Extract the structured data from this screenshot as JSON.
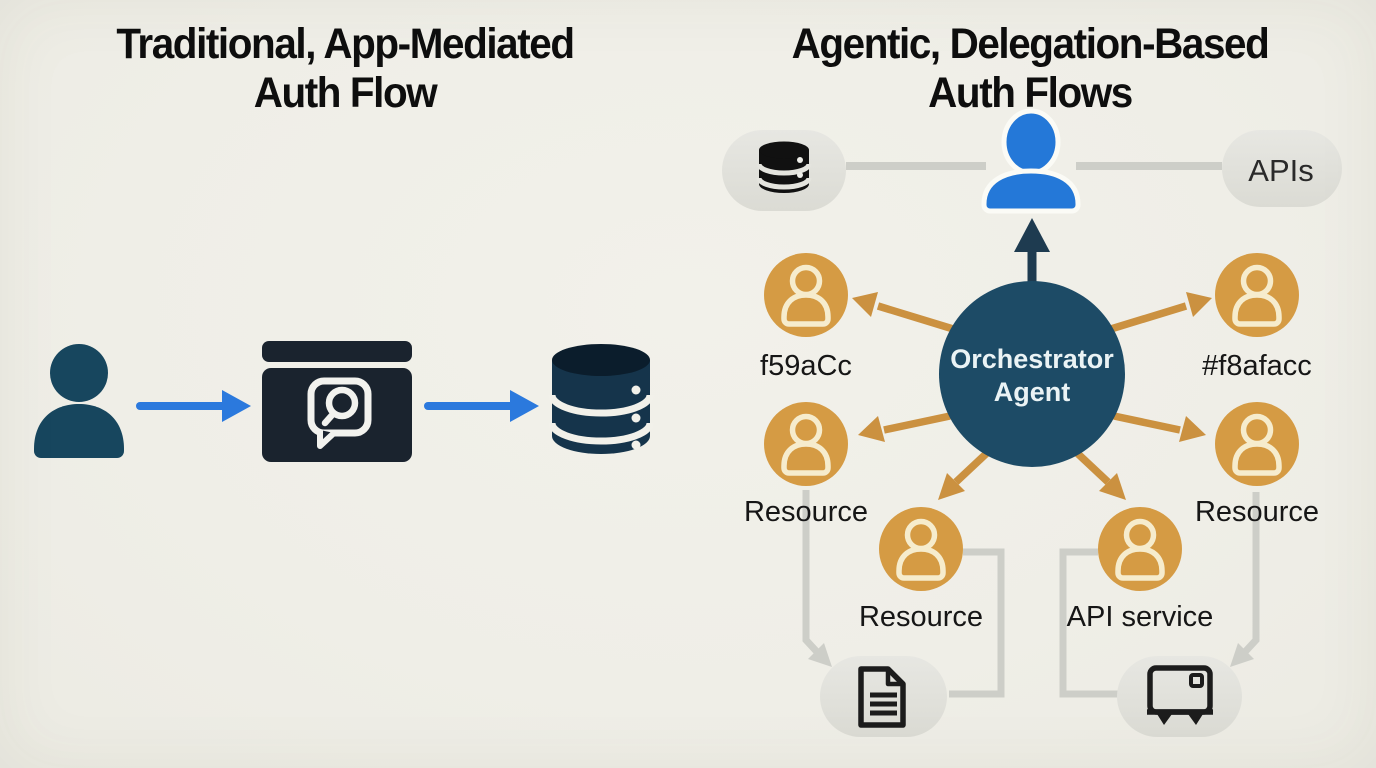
{
  "left_panel": {
    "title_line1": "Traditional, App-Mediated",
    "title_line2": "Auth Flow",
    "flow": [
      {
        "icon": "user-icon"
      },
      {
        "icon": "arrow-right-icon"
      },
      {
        "icon": "app-window-search-icon"
      },
      {
        "icon": "arrow-right-icon"
      },
      {
        "icon": "database-icon"
      }
    ]
  },
  "right_panel": {
    "title_line1": "Agentic, Delegation-Based",
    "title_line2": "Auth Flows",
    "top_row": {
      "left_pill_icon": "database-icon",
      "user_icon": "user-icon",
      "apis_pill_label": "APIs"
    },
    "orchestrator": {
      "label_line1": "Orchestrator",
      "label_line2": "Agent"
    },
    "agents": [
      {
        "icon": "user-icon",
        "label": "f59aCc",
        "position": "upper-left"
      },
      {
        "icon": "user-icon",
        "label": "#f8afacc",
        "position": "upper-right"
      },
      {
        "icon": "user-icon",
        "label": "Resource",
        "position": "mid-left"
      },
      {
        "icon": "user-icon",
        "label": "Resource",
        "position": "mid-right"
      },
      {
        "icon": "user-icon",
        "label": "Resource",
        "position": "bottom-left"
      },
      {
        "icon": "user-icon",
        "label": "API service",
        "position": "bottom-right"
      }
    ],
    "bottom_pills": [
      {
        "icon": "document-icon"
      },
      {
        "icon": "tv-icon"
      }
    ]
  },
  "colors": {
    "background": "#f0efe8",
    "dark_navy_icon": "#17465e",
    "app_window_dark": "#1a232e",
    "database_navy": "#15344b",
    "database_top": "#0b1d2c",
    "blue_arrow": "#2b79dd",
    "bright_blue_user": "#2478d8",
    "orchestrator_teal": "#1d4b66",
    "dark_up_arrow": "#1e3b50",
    "agent_orange": "#d59b44",
    "agent_person_cream": "#f6eccd",
    "orange_arrow": "#cb9140",
    "pill_gray": "#e2e2dc",
    "connector_gray": "#cdcec8",
    "icon_black": "#1c1c1c",
    "title_black": "#0e0e0e"
  }
}
